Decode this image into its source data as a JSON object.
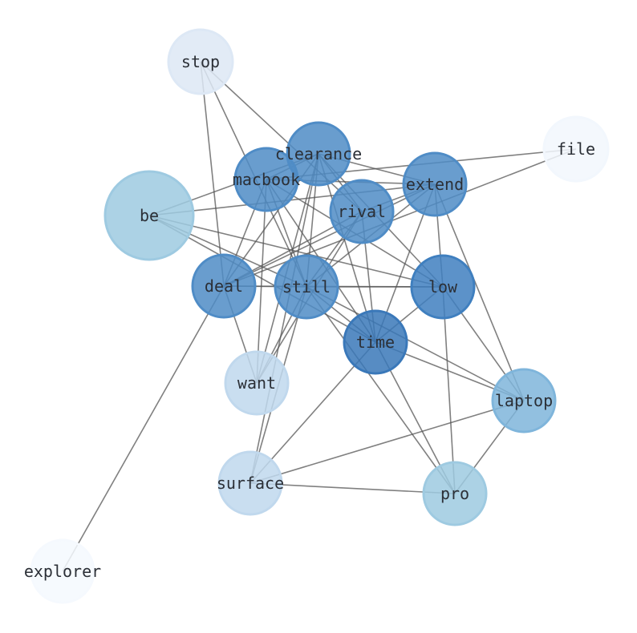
{
  "nodes": [
    {
      "id": "stop",
      "label": "stop",
      "color": "#dde8f5"
    },
    {
      "id": "file",
      "label": "file",
      "color": "#f2f7fd"
    },
    {
      "id": "clearance",
      "label": "clearance",
      "color": "#4f8cc6"
    },
    {
      "id": "macbook",
      "label": "macbook",
      "color": "#4f8cc6"
    },
    {
      "id": "extend",
      "label": "extend",
      "color": "#4f8cc6"
    },
    {
      "id": "rival",
      "label": "rival",
      "color": "#4f8cc6"
    },
    {
      "id": "be",
      "label": "be",
      "color": "#9ecae1"
    },
    {
      "id": "deal",
      "label": "deal",
      "color": "#4f8cc6"
    },
    {
      "id": "still",
      "label": "still",
      "color": "#4f8cc6"
    },
    {
      "id": "low",
      "label": "low",
      "color": "#3f7fbf"
    },
    {
      "id": "time",
      "label": "time",
      "color": "#3a78b9"
    },
    {
      "id": "want",
      "label": "want",
      "color": "#c0d8ed"
    },
    {
      "id": "laptop",
      "label": "laptop",
      "color": "#7fb5db"
    },
    {
      "id": "surface",
      "label": "surface",
      "color": "#c0d8ed"
    },
    {
      "id": "pro",
      "label": "pro",
      "color": "#9ecae1"
    },
    {
      "id": "explorer",
      "label": "explorer",
      "color": "#f5f9fe"
    }
  ],
  "edges": [
    [
      "stop",
      "deal"
    ],
    [
      "stop",
      "still"
    ],
    [
      "stop",
      "rival"
    ],
    [
      "file",
      "macbook"
    ],
    [
      "file",
      "deal"
    ],
    [
      "clearance",
      "macbook"
    ],
    [
      "clearance",
      "extend"
    ],
    [
      "clearance",
      "low"
    ],
    [
      "clearance",
      "time"
    ],
    [
      "clearance",
      "still"
    ],
    [
      "clearance",
      "deal"
    ],
    [
      "clearance",
      "want"
    ],
    [
      "clearance",
      "surface"
    ],
    [
      "clearance",
      "rival"
    ],
    [
      "clearance",
      "be"
    ],
    [
      "macbook",
      "extend"
    ],
    [
      "macbook",
      "deal"
    ],
    [
      "macbook",
      "want"
    ],
    [
      "macbook",
      "still"
    ],
    [
      "macbook",
      "low"
    ],
    [
      "macbook",
      "time"
    ],
    [
      "extend",
      "deal"
    ],
    [
      "extend",
      "still"
    ],
    [
      "extend",
      "time"
    ],
    [
      "extend",
      "low"
    ],
    [
      "extend",
      "laptop"
    ],
    [
      "extend",
      "rival"
    ],
    [
      "extend",
      "be"
    ],
    [
      "rival",
      "deal"
    ],
    [
      "rival",
      "still"
    ],
    [
      "rival",
      "time"
    ],
    [
      "rival",
      "want"
    ],
    [
      "be",
      "low"
    ],
    [
      "be",
      "still"
    ],
    [
      "be",
      "time"
    ],
    [
      "deal",
      "still"
    ],
    [
      "deal",
      "low"
    ],
    [
      "deal",
      "want"
    ],
    [
      "deal",
      "explorer"
    ],
    [
      "still",
      "low"
    ],
    [
      "still",
      "time"
    ],
    [
      "still",
      "laptop"
    ],
    [
      "still",
      "pro"
    ],
    [
      "still",
      "want"
    ],
    [
      "still",
      "surface"
    ],
    [
      "low",
      "time"
    ],
    [
      "low",
      "laptop"
    ],
    [
      "low",
      "pro"
    ],
    [
      "time",
      "laptop"
    ],
    [
      "time",
      "pro"
    ],
    [
      "time",
      "surface"
    ],
    [
      "laptop",
      "surface"
    ],
    [
      "laptop",
      "pro"
    ],
    [
      "surface",
      "pro"
    ]
  ]
}
